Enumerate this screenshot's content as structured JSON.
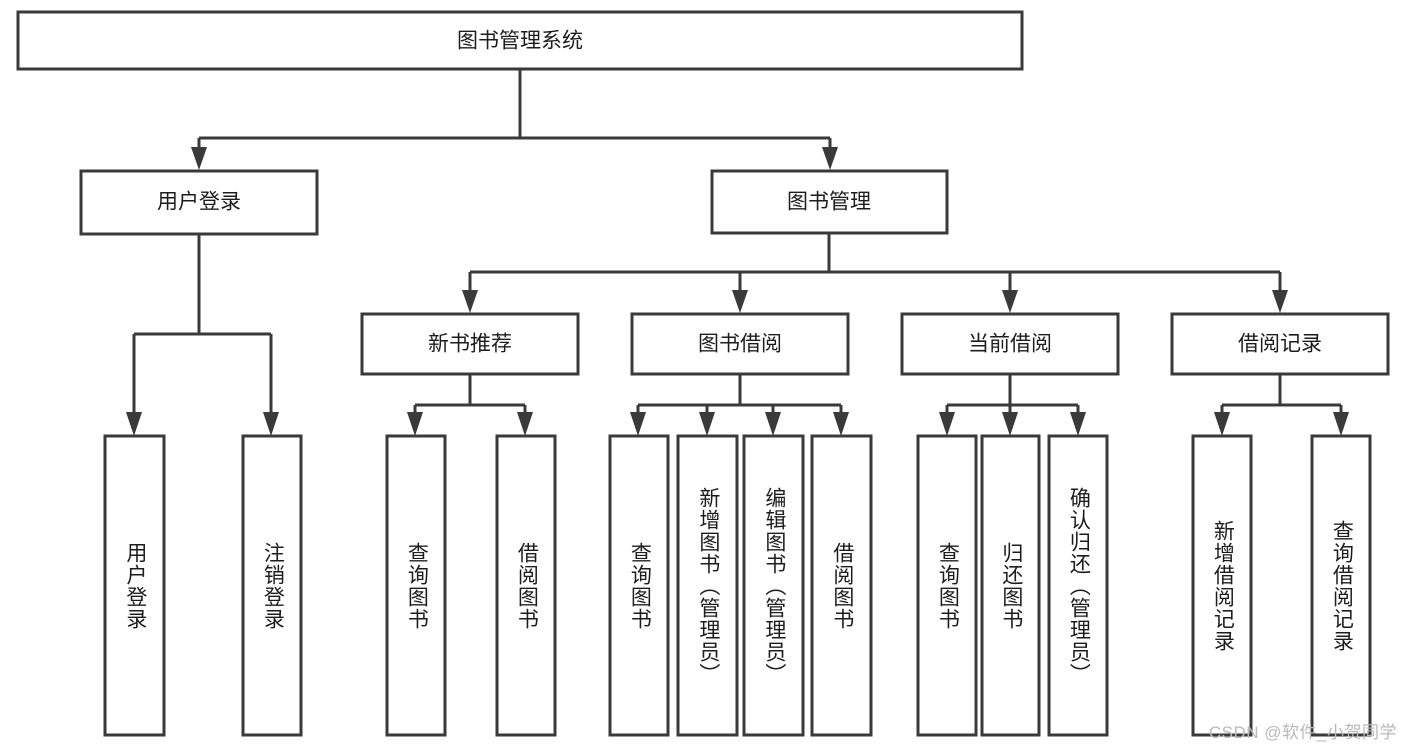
{
  "diagram": {
    "type": "tree-hierarchy",
    "title": "图书管理系统",
    "root": {
      "label": "图书管理系统"
    },
    "level2": [
      {
        "id": "user-login",
        "label": "用户登录"
      },
      {
        "id": "book-management",
        "label": "图书管理"
      }
    ],
    "level3": [
      {
        "id": "new-book-recommend",
        "label": "新书推荐",
        "parent": "book-management"
      },
      {
        "id": "book-borrow",
        "label": "图书借阅",
        "parent": "book-management"
      },
      {
        "id": "current-borrow",
        "label": "当前借阅",
        "parent": "book-management"
      },
      {
        "id": "borrow-record",
        "label": "借阅记录",
        "parent": "book-management"
      }
    ],
    "leaves": {
      "user-login": [
        {
          "id": "leaf-user-login",
          "label": "用户登录"
        },
        {
          "id": "leaf-logout-login",
          "label": "注销登录"
        }
      ],
      "new-book-recommend": [
        {
          "id": "leaf-query-book-1",
          "label": "查询图书"
        },
        {
          "id": "leaf-borrow-book-1",
          "label": "借阅图书"
        }
      ],
      "book-borrow": [
        {
          "id": "leaf-query-book-2",
          "label": "查询图书"
        },
        {
          "id": "leaf-add-book",
          "label": "新增图书（管理员）"
        },
        {
          "id": "leaf-edit-book",
          "label": "编辑图书（管理员）"
        },
        {
          "id": "leaf-borrow-book-2",
          "label": "借阅图书"
        }
      ],
      "current-borrow": [
        {
          "id": "leaf-query-book-3",
          "label": "查询图书"
        },
        {
          "id": "leaf-return-book",
          "label": "归还图书"
        },
        {
          "id": "leaf-confirm-return",
          "label": "确认归还（管理员）"
        }
      ],
      "borrow-record": [
        {
          "id": "leaf-add-record",
          "label": "新增借阅记录"
        },
        {
          "id": "leaf-query-record",
          "label": "查询借阅记录"
        }
      ]
    },
    "colors": {
      "background": "#ffffff",
      "box_fill": "#ffffff",
      "box_stroke": "#3a3a3a",
      "connector": "#3a3a3a",
      "label_text": "#1d1d1d",
      "watermark_text": "#b9b9b9"
    }
  },
  "watermark": {
    "text": "CSDN @软件_小贺同学"
  }
}
